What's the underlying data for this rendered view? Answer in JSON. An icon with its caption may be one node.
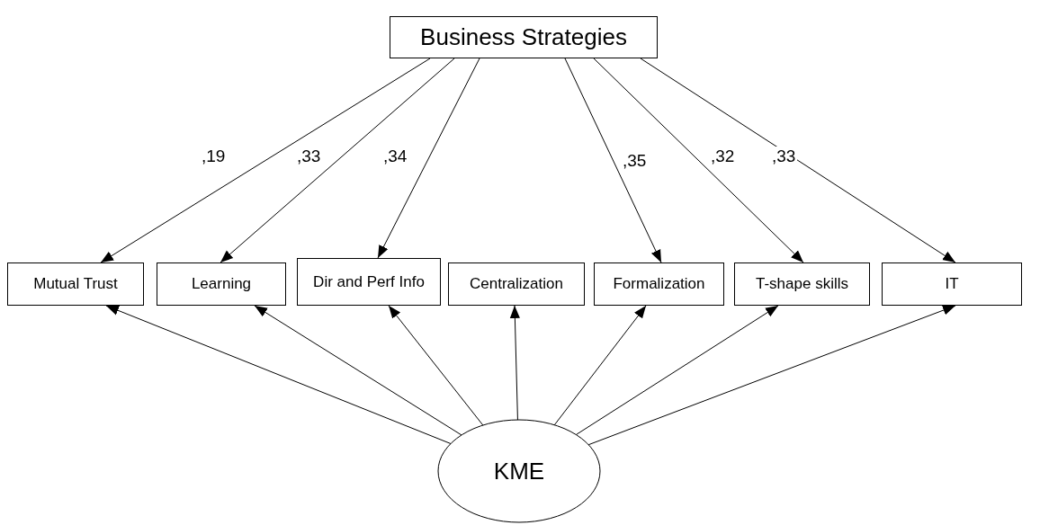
{
  "diagram": {
    "nodes": [
      {
        "text": [
          "Business Strategies"
        ]
      },
      {
        "text": [
          "Mutual Trust"
        ]
      },
      {
        "text": [
          "Learning"
        ]
      },
      {
        "text": [
          "Dir and Perf Info"
        ]
      },
      {
        "text": [
          "Centralization"
        ]
      },
      {
        "text": [
          "Formalization"
        ]
      },
      {
        "text": [
          "T-shape skills"
        ]
      },
      {
        "text": [
          "IT"
        ]
      },
      {
        "text": [
          "KME"
        ]
      }
    ],
    "edges": [
      {
        "from": 0,
        "to": 1,
        "arrow": "to",
        "label": ",19"
      },
      {
        "from": 0,
        "to": 2,
        "arrow": "to",
        "label": ",33"
      },
      {
        "from": 0,
        "to": 3,
        "arrow": "to",
        "label": ",34"
      },
      {
        "from": 0,
        "to": 5,
        "arrow": "to",
        "label": ",35"
      },
      {
        "from": 0,
        "to": 6,
        "arrow": "to",
        "label": ",32"
      },
      {
        "from": 0,
        "to": 7,
        "arrow": "to",
        "label": ",33"
      },
      {
        "from": 8,
        "to": 1,
        "arrow": "to"
      },
      {
        "from": 8,
        "to": 2,
        "arrow": "to"
      },
      {
        "from": 8,
        "to": 3,
        "arrow": "to"
      },
      {
        "from": 8,
        "to": 4,
        "arrow": "to"
      },
      {
        "from": 8,
        "to": 5,
        "arrow": "to"
      },
      {
        "from": 8,
        "to": 6,
        "arrow": "to"
      },
      {
        "from": 8,
        "to": 7,
        "arrow": "to"
      }
    ]
  }
}
